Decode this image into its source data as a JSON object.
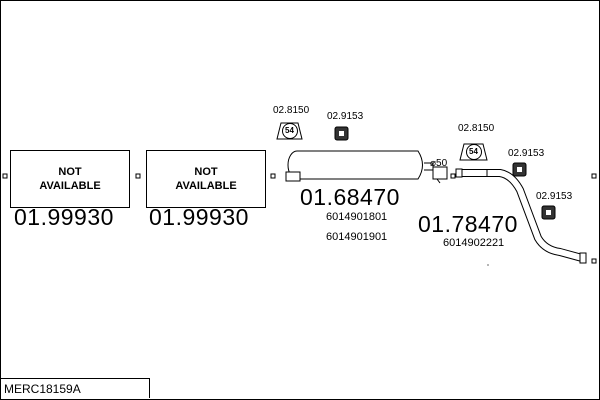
{
  "assembly_code": "MERC18159A",
  "not_available_label": "NOT\nAVAILABLE",
  "parts": {
    "front_pipe": {
      "part_number": "01.99930"
    },
    "middle_pipe": {
      "part_number": "01.99930"
    },
    "muffler": {
      "part_number": "01.68470",
      "oe_numbers": [
        "6014901801",
        "6014901901"
      ]
    },
    "tail_pipe": {
      "part_number": "01.78470",
      "oe_numbers": [
        "6014902221"
      ]
    }
  },
  "accessories": {
    "muffler_clamp": {
      "part_number": "02.8150",
      "size": "54"
    },
    "muffler_rubber": {
      "part_number": "02.9153"
    },
    "tail_clamp": {
      "part_number": "02.8150",
      "size": "54"
    },
    "tail_rubber_1": {
      "part_number": "02.9153"
    },
    "tail_rubber_2": {
      "part_number": "02.9153"
    },
    "outlet_diameter": "50"
  }
}
